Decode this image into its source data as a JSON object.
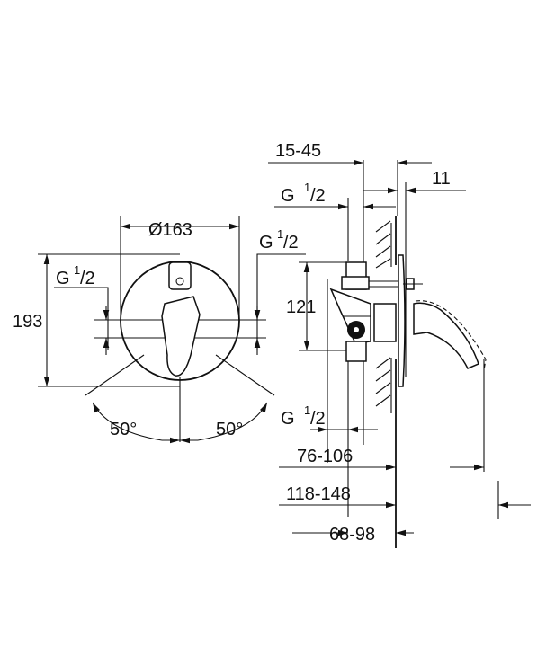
{
  "dimensions": {
    "diameter": "Ø163",
    "height_left": "193",
    "angle_left": "50°",
    "angle_right": "50°",
    "depth_range": "15-45",
    "plate_thickness": "11",
    "connection_height": "121",
    "projection_1": "76-106",
    "projection_2": "118-148",
    "projection_3": "68-98"
  },
  "threads": {
    "g": "G",
    "num": "1",
    "den": "/2"
  }
}
